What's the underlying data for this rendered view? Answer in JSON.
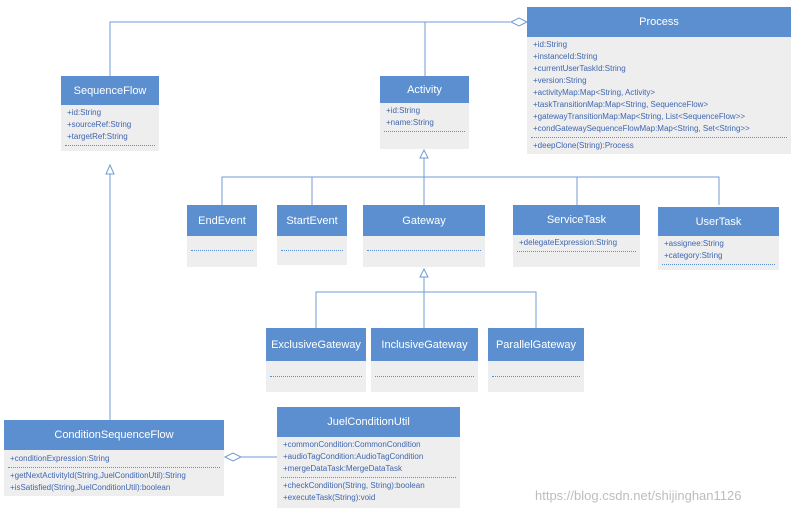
{
  "classes": {
    "process": {
      "name": "Process",
      "fields": [
        "+id:String",
        "+instanceId:String",
        "+currentUserTaskId:String",
        "+version:String",
        "+activityMap:Map<String, Activity>",
        "+taskTransitionMap:Map<String, SequenceFlow>",
        "+gatewayTransitionMap:Map<String, List<SequenceFlow>>",
        "+condGatewaySequenceFlowMap:Map<String, Set<String>>"
      ],
      "methods": [
        "+deepClone(String):Process"
      ]
    },
    "sequence_flow": {
      "name": "SequenceFlow",
      "fields": [
        "+id:String",
        "+sourceRef:String",
        "+targetRef:String"
      ]
    },
    "activity": {
      "name": "Activity",
      "fields": [
        "+id:String",
        "+name:String"
      ]
    },
    "end_event": {
      "name": "EndEvent"
    },
    "start_event": {
      "name": "StartEvent"
    },
    "gateway": {
      "name": "Gateway"
    },
    "service_task": {
      "name": "ServiceTask",
      "fields": [
        "+delegateExpression:String"
      ]
    },
    "user_task": {
      "name": "UserTask",
      "fields": [
        "+assignee:String",
        "+category:String"
      ]
    },
    "exclusive_gateway": {
      "name": "ExclusiveGateway"
    },
    "inclusive_gateway": {
      "name": "InclusiveGateway"
    },
    "parallel_gateway": {
      "name": "ParallelGateway"
    },
    "condition_sequence_flow": {
      "name": "ConditionSequenceFlow",
      "fields": [
        "+conditionExpression:String"
      ],
      "methods": [
        "+getNextActivityId(String,JuelConditionUtil):String",
        "+isSatisfied(String,JuelConditionUtil):boolean"
      ]
    },
    "juel_condition_util": {
      "name": "JuelConditionUtil",
      "fields": [
        "+commonCondition:CommonCondition",
        "+audioTagCondition:AudioTagCondition",
        "+mergeDataTask:MergeDataTask"
      ],
      "methods": [
        "+checkCondition(String, String):boolean",
        "+executeTask(String):void"
      ]
    }
  },
  "watermark": "https://blog.csdn.net/shijinghan1126",
  "colors": {
    "header": "#5b8fcf",
    "body": "#eeeeee",
    "text": "#3f66b0",
    "line": "#6f9bd5"
  }
}
